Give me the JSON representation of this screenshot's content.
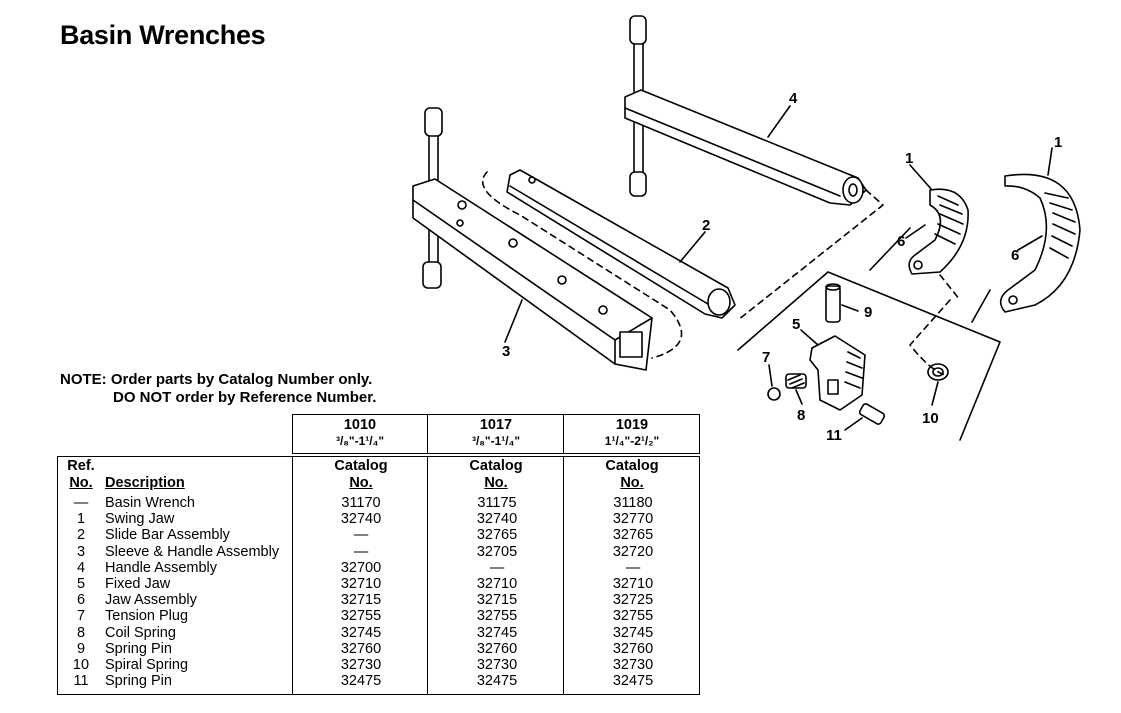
{
  "page": {
    "title": "Basin Wrenches",
    "note_line1": "NOTE: Order parts by Catalog Number only.",
    "note_line2": "DO NOT order by Reference Number."
  },
  "diagram": {
    "callouts": {
      "c1a": "1",
      "c1b": "1",
      "c2": "2",
      "c3": "3",
      "c4": "4",
      "c5": "5",
      "c6a": "6",
      "c6b": "6",
      "c7": "7",
      "c8": "8",
      "c9": "9",
      "c10": "10",
      "c11": "11"
    }
  },
  "table": {
    "models": [
      {
        "model": "1010",
        "range": "³/₈\"-1¹/₄\""
      },
      {
        "model": "1017",
        "range": "³/₈\"-1¹/₄\""
      },
      {
        "model": "1019",
        "range": "1¹/₄\"-2¹/₂\""
      }
    ],
    "headers": {
      "ref_line1": "Ref.",
      "ref_line2": "No.",
      "description": "Description",
      "catalog_line1": "Catalog",
      "catalog_line2": "No."
    },
    "rows": [
      {
        "ref": "—",
        "desc": "Basin Wrench",
        "a": "31170",
        "b": "31175",
        "c": "31180"
      },
      {
        "ref": "1",
        "desc": "Swing Jaw",
        "a": "32740",
        "b": "32740",
        "c": "32770"
      },
      {
        "ref": "2",
        "desc": "Slide Bar Assembly",
        "a": "—",
        "b": "32765",
        "c": "32765"
      },
      {
        "ref": "3",
        "desc": "Sleeve & Handle Assembly",
        "a": "—",
        "b": "32705",
        "c": "32720"
      },
      {
        "ref": "4",
        "desc": "Handle Assembly",
        "a": "32700",
        "b": "—",
        "c": "—"
      },
      {
        "ref": "5",
        "desc": "Fixed Jaw",
        "a": "32710",
        "b": "32710",
        "c": "32710"
      },
      {
        "ref": "6",
        "desc": "Jaw Assembly",
        "a": "32715",
        "b": "32715",
        "c": "32725"
      },
      {
        "ref": "7",
        "desc": "Tension Plug",
        "a": "32755",
        "b": "32755",
        "c": "32755"
      },
      {
        "ref": "8",
        "desc": "Coil Spring",
        "a": "32745",
        "b": "32745",
        "c": "32745"
      },
      {
        "ref": "9",
        "desc": "Spring Pin",
        "a": "32760",
        "b": "32760",
        "c": "32760"
      },
      {
        "ref": "10",
        "desc": "Spiral Spring",
        "a": "32730",
        "b": "32730",
        "c": "32730"
      },
      {
        "ref": "11",
        "desc": "Spring Pin",
        "a": "32475",
        "b": "32475",
        "c": "32475"
      }
    ]
  }
}
